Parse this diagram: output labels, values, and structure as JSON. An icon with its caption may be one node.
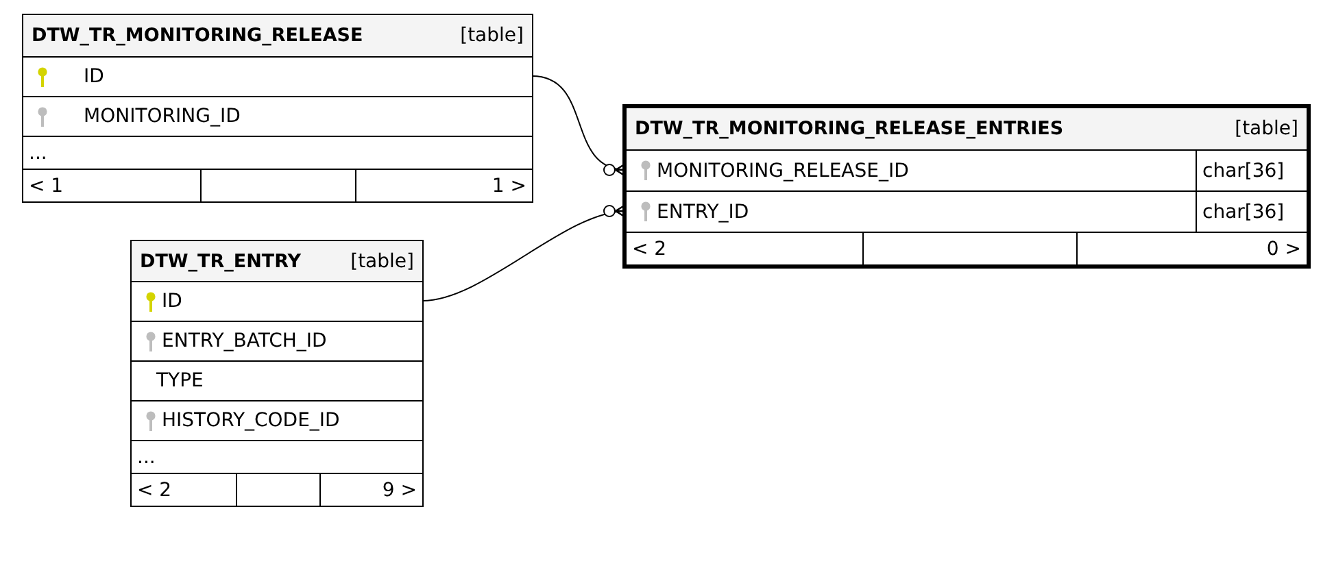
{
  "diagram": {
    "nodes": [
      {
        "text": [
          "DTW_TR_MONITORING_RELEASE",
          "[table]"
        ]
      },
      {
        "text": [
          "ID"
        ],
        "in": 0
      },
      {
        "text": [
          "MONITORING_ID"
        ],
        "in": 0
      },
      {
        "text": [
          "..."
        ],
        "in": 0
      },
      {
        "text": [
          "< 1",
          "1 >"
        ],
        "in": 0
      },
      {
        "text": [
          "DTW_TR_MONITORING_RELEASE_ENTRIES",
          "[table]"
        ]
      },
      {
        "text": [
          "MONITORING_RELEASE_ID",
          "char[36]"
        ],
        "in": 5
      },
      {
        "text": [
          "ENTRY_ID",
          "char[36]"
        ],
        "in": 5
      },
      {
        "text": [
          "< 2",
          "0 >"
        ],
        "in": 5
      },
      {
        "text": [
          "DTW_TR_ENTRY",
          "[table]"
        ]
      },
      {
        "text": [
          "ID"
        ],
        "in": 9
      },
      {
        "text": [
          "ENTRY_BATCH_ID"
        ],
        "in": 9
      },
      {
        "text": [
          "TYPE"
        ],
        "in": 9
      },
      {
        "text": [
          "HISTORY_CODE_ID"
        ],
        "in": 9
      },
      {
        "text": [
          "..."
        ],
        "in": 9
      },
      {
        "text": [
          "< 2",
          "9 >"
        ],
        "in": 9
      }
    ],
    "edges": [
      {
        "from": 1,
        "to": 6,
        "arrow": "other"
      },
      {
        "from": 10,
        "to": 7,
        "arrow": "other"
      }
    ]
  }
}
